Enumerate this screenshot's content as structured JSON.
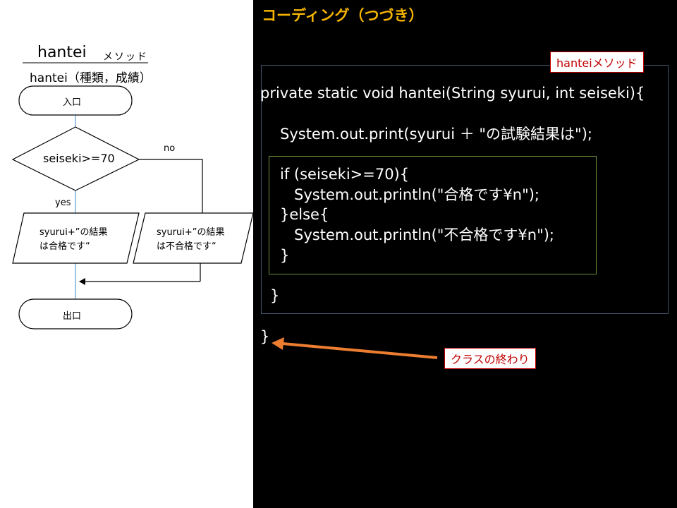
{
  "flowchart": {
    "method_name": "hantei",
    "method_suffix": "メソッド",
    "signature": "hantei（種類，成績）",
    "entry": "入口",
    "condition": "seiseki>=70",
    "branch_no": "no",
    "branch_yes": "yes",
    "output_pass": [
      "syurui+”の結果",
      "は合格です“"
    ],
    "output_fail": [
      "syurui+”の結果",
      "は不合格です“"
    ],
    "exit": "出口"
  },
  "code_panel": {
    "title": "コーディング（つづき）",
    "method_label": "hanteiメソッド",
    "class_end_label": "クラスの終わり",
    "lines": {
      "signature": "private static void hantei(String syurui, int seiseki){",
      "print": "System.out.print(syurui ＋ \"の試験結果は\");",
      "if_open": "if (seiseki>=70){",
      "println_pass": "   System.out.println(\"合格です¥n\");",
      "else": "}else{",
      "println_fail": "   System.out.println(\"不合格です¥n\");",
      "if_close": "}",
      "method_close": "}",
      "class_close": "}"
    }
  },
  "colors": {
    "title": "#f5b400",
    "label_border": "#c00000",
    "arrow": "#ed7d31",
    "flow_line": "#5b9bd5"
  }
}
